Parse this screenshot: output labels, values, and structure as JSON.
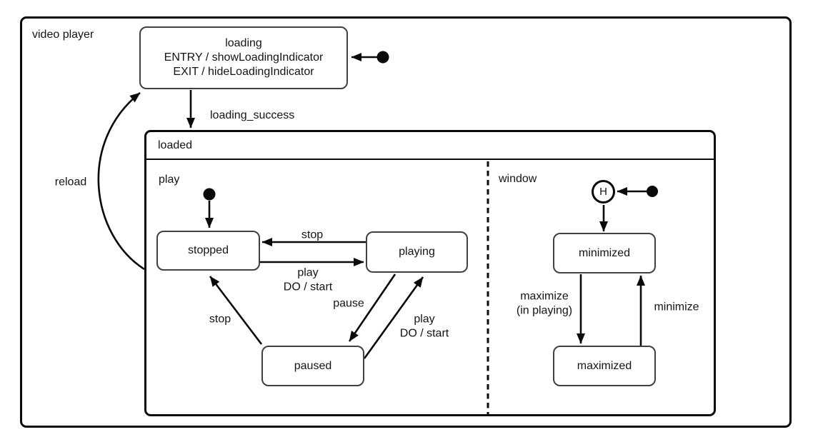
{
  "colors": {
    "line": "#0a0a0a",
    "state_border": "#404040",
    "text": "#141414",
    "background": "#ffffff"
  },
  "diagram": {
    "type": "state-machine",
    "title": "video player",
    "loading": {
      "title": "loading",
      "entry_action": "ENTRY / showLoadingIndicator",
      "exit_action": "EXIT / hideLoadingIndicator"
    },
    "transitions": {
      "loading_to_loaded": "loading_success",
      "loaded_to_loading": "reload"
    },
    "loaded": {
      "title": "loaded",
      "play_region": {
        "label": "play",
        "states": {
          "stopped": "stopped",
          "playing": "playing",
          "paused": "paused"
        },
        "transitions": {
          "playing_to_stopped": "stop",
          "stopped_to_playing_event": "play",
          "stopped_to_playing_action": "DO / start",
          "playing_to_paused": "pause",
          "paused_to_playing_event": "play",
          "paused_to_playing_action": "DO / start",
          "paused_to_stopped": "stop"
        }
      },
      "window_region": {
        "label": "window",
        "history_label": "H",
        "states": {
          "minimized": "minimized",
          "maximized": "maximized"
        },
        "transitions": {
          "minimized_to_maximized_event": "maximize",
          "minimized_to_maximized_guard": "(in playing)",
          "maximized_to_minimized": "minimize"
        }
      }
    }
  }
}
